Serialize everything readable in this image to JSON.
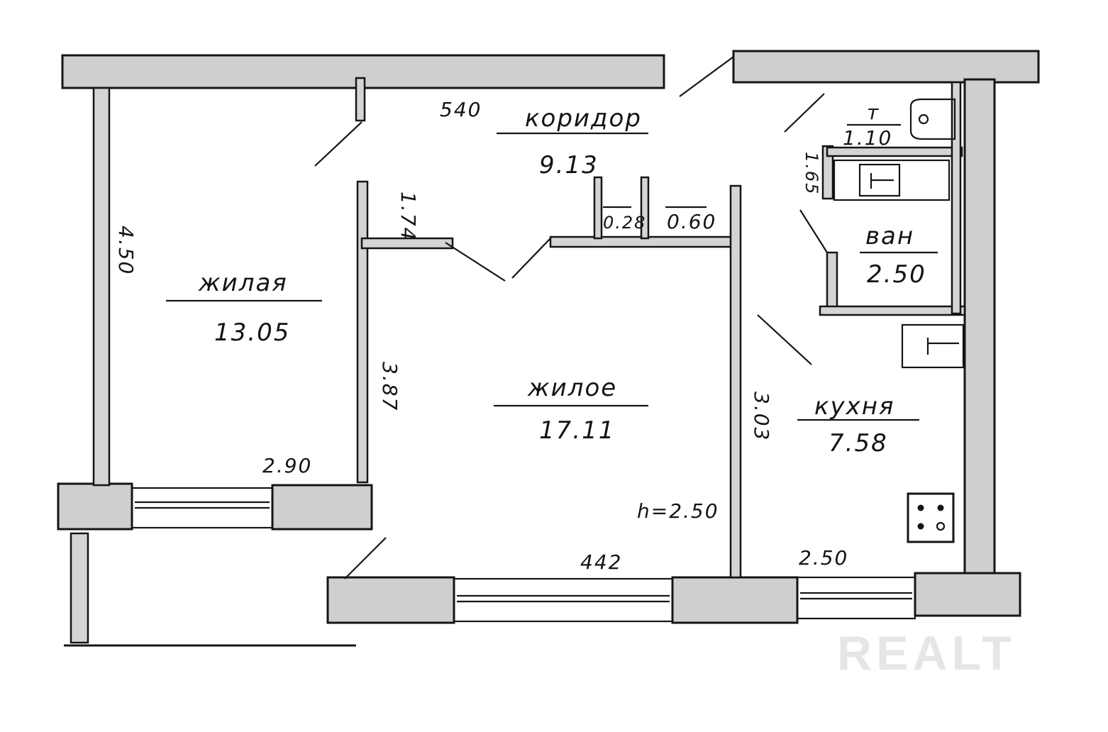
{
  "rooms": {
    "living_left": {
      "name": "жилая",
      "area": "13.05"
    },
    "corridor": {
      "name": "коридор",
      "area": "9.13"
    },
    "living_center": {
      "name": "жилое",
      "area": "17.11"
    },
    "kitchen": {
      "name": "кухня",
      "area": "7.58"
    },
    "toilet": {
      "name": "т",
      "area": "1.10"
    },
    "bathroom": {
      "name": "ван",
      "area": "2.50"
    }
  },
  "dimensions": {
    "corridor_length": "540",
    "corridor_width": "1.74",
    "living_left_height": "4.50",
    "living_left_width": "2.90",
    "living_center_height": "3.87",
    "living_center_width": "442",
    "kitchen_height": "3.03",
    "kitchen_width": "2.50",
    "closet_1": "0.28",
    "closet_2": "0.60",
    "bath_width": "1.65",
    "ceiling_height": "h=2.50"
  },
  "watermark": "REALT"
}
